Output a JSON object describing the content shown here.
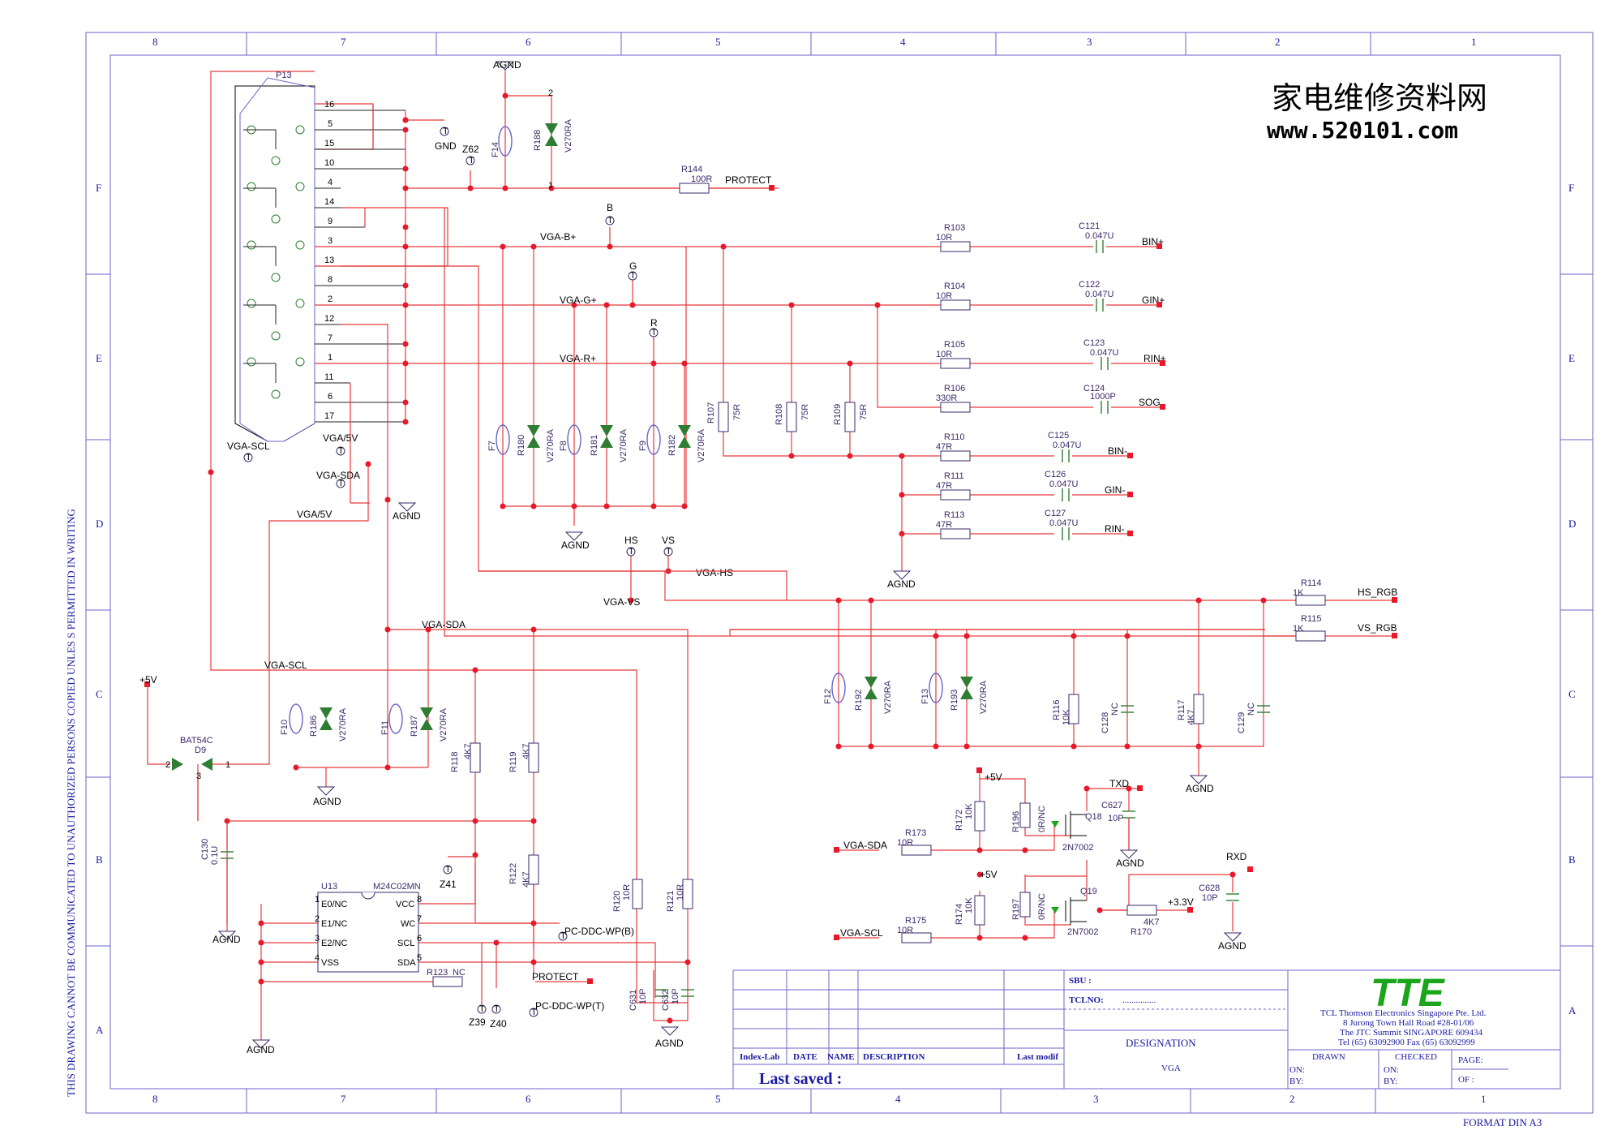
{
  "frame": {
    "col_numbers": [
      "8",
      "7",
      "6",
      "5",
      "4",
      "3",
      "2",
      "1"
    ],
    "row_letters": [
      "F",
      "E",
      "D",
      "C",
      "B",
      "A"
    ],
    "side_note": "THIS DRAWING CANNOT BE COMMUNICATED TO UNAUTHORIZED PERSONS COPIED UNLES S PERMITTED IN WRITING",
    "format": "FORMAT DIN A3"
  },
  "watermark": {
    "chinese": "家电维修资料网",
    "url": "www.520101.com"
  },
  "connector": {
    "ref": "P13",
    "pins": [
      "16",
      "5",
      "15",
      "10",
      "4",
      "14",
      "9",
      "3",
      "13",
      "8",
      "2",
      "12",
      "7",
      "1",
      "11",
      "6",
      "17"
    ]
  },
  "nets": {
    "vga_b": "VGA-B+",
    "vga_g": "VGA-G+",
    "vga_r": "VGA-R+",
    "vga_hs": "VGA-HS",
    "vga_vs": "VGA-VS",
    "vga_scl": "VGA-SCL",
    "vga_sda": "VGA-SDA",
    "vga_5v": "VGA/5V",
    "vga_scl2": "VGA-SCL",
    "vga_sda2": "VGA-SDA",
    "vga_5v2": "VGA/5V",
    "protect": "PROTECT",
    "protect2": "PROTECT",
    "bin_p": "BIN+",
    "gin_p": "GIN+",
    "rin_p": "RIN+",
    "sog": "SOG",
    "bin_m": "BIN-",
    "gin_m": "GIN-",
    "rin_m": "RIN-",
    "hs_rgb": "HS_RGB",
    "vs_rgb": "VS_RGB",
    "txd": "TXD",
    "rxd": "RXD",
    "v5a": "+5V",
    "v5b": "+5V",
    "v5c": "+5V",
    "v33": "+3.3V",
    "vga_sda3": "VGA-SDA",
    "vga_scl3": "VGA-SCL",
    "wp_b": "PC-DDC-WP(B)",
    "wp_t": "PC-DDC-WP(T)"
  },
  "test_points": {
    "gnd": "GND",
    "z62": "Z62",
    "b": "B",
    "g": "G",
    "r": "R",
    "hs": "HS",
    "vs": "VS",
    "vga_scl": "VGA-SCL",
    "vga_5v": "VGA/5V",
    "vga_sda": "VGA-SDA",
    "z41": "Z41",
    "z39": "Z39",
    "z40": "Z40"
  },
  "grounds": {
    "agnd": "AGND"
  },
  "components": {
    "r144": [
      "R144",
      "100R"
    ],
    "r103": [
      "R103",
      "10R"
    ],
    "r104": [
      "R104",
      "10R"
    ],
    "r105": [
      "R105",
      "10R"
    ],
    "r106": [
      "R106",
      "330R"
    ],
    "r110": [
      "R110",
      "47R"
    ],
    "r111": [
      "R111",
      "47R"
    ],
    "r113": [
      "R113",
      "47R"
    ],
    "r114": [
      "R114",
      "1K"
    ],
    "r115": [
      "R115",
      "1K"
    ],
    "r107": [
      "R107",
      "75R"
    ],
    "r108": [
      "R108",
      "75R"
    ],
    "r109": [
      "R109",
      "75R"
    ],
    "r116": [
      "R116",
      "10K"
    ],
    "r117": [
      "R117",
      "4K7"
    ],
    "r118": [
      "R118",
      "4K7"
    ],
    "r119": [
      "R119",
      "4K7"
    ],
    "r122": [
      "R122",
      "4K7"
    ],
    "r120": [
      "R120",
      "10R"
    ],
    "r121": [
      "R121",
      "10R"
    ],
    "r123": [
      "R123",
      "NC"
    ],
    "r172": [
      "R172",
      "10K"
    ],
    "r174": [
      "R174",
      "10K"
    ],
    "r173": [
      "R173",
      "10R"
    ],
    "r175": [
      "R175",
      "10R"
    ],
    "r196": [
      "R196",
      "0R/NC"
    ],
    "r197": [
      "R197",
      "0R/NC"
    ],
    "r170": [
      "R170",
      "4K7"
    ],
    "c121": [
      "C121",
      "0.047U"
    ],
    "c122": [
      "C122",
      "0.047U"
    ],
    "c123": [
      "C123",
      "0.047U"
    ],
    "c124": [
      "C124",
      "1000P"
    ],
    "c125": [
      "C125",
      "0.047U"
    ],
    "c126": [
      "C126",
      "0.047U"
    ],
    "c127": [
      "C127",
      "0.047U"
    ],
    "c128": [
      "C128",
      "NC"
    ],
    "c129": [
      "C129",
      "NC"
    ],
    "c130": [
      "C130",
      "0.1U"
    ],
    "c627": [
      "C627",
      "10P"
    ],
    "c628": [
      "C628",
      "10P"
    ],
    "c631": [
      "C631",
      "10P"
    ],
    "c632": [
      "C632",
      "10P"
    ],
    "zener": "V270RA",
    "r188": "R188",
    "r180": "R180",
    "r181": "R181",
    "r182": "R182",
    "r192": "R192",
    "r193": "R193",
    "r186": "R186",
    "r187": "R187",
    "f14": "F14",
    "f7": "F7",
    "f8": "F8",
    "f9": "F9",
    "f12": "F12",
    "f13": "F13",
    "f10": "F10",
    "f11": "F11",
    "d9": [
      "BAT54C",
      "D9"
    ],
    "q18": [
      "Q18",
      "2N7002"
    ],
    "q19": [
      "Q19",
      "2N7002"
    ],
    "u13": [
      "U13",
      "M24C02MN"
    ],
    "u13_pins_left": [
      [
        "1",
        "E0/NC"
      ],
      [
        "2",
        "E1/NC"
      ],
      [
        "3",
        "E2/NC"
      ],
      [
        "4",
        "VSS"
      ]
    ],
    "u13_pins_right": [
      [
        "8",
        "VCC"
      ],
      [
        "7",
        "WC"
      ],
      [
        "6",
        "SCL"
      ],
      [
        "5",
        "SDA"
      ]
    ]
  },
  "title_block": {
    "company_logo": "TTE",
    "company_lines": [
      "TCL Thomson Electronics Singapore Pte. Ltd.",
      "8 Jurong Town Hall Road #28-01/06",
      "The JTC Summit SINGAPORE 609434",
      "Tel (65) 63092900 Fax (65) 63092999"
    ],
    "sbu": "SBU :",
    "tclno": "TCLNO:",
    "tclno_val": "...............",
    "designation": "DESIGNATION",
    "designation_val": "VGA",
    "index_lab": "Index-Lab",
    "date": "DATE",
    "name": "NAME",
    "description": "DESCRIPTION",
    "last_modif": "Last modif",
    "last_saved": "Last saved :",
    "drawn": "DRAWN",
    "checked": "CHECKED",
    "page": "PAGE:",
    "of": "OF :",
    "on": "ON:",
    "by": "BY:"
  },
  "colors": {
    "wire": "#e8393b",
    "frame": "#6b63c8",
    "component": "#2e7d32",
    "tte_logo": "#1aa51a"
  }
}
